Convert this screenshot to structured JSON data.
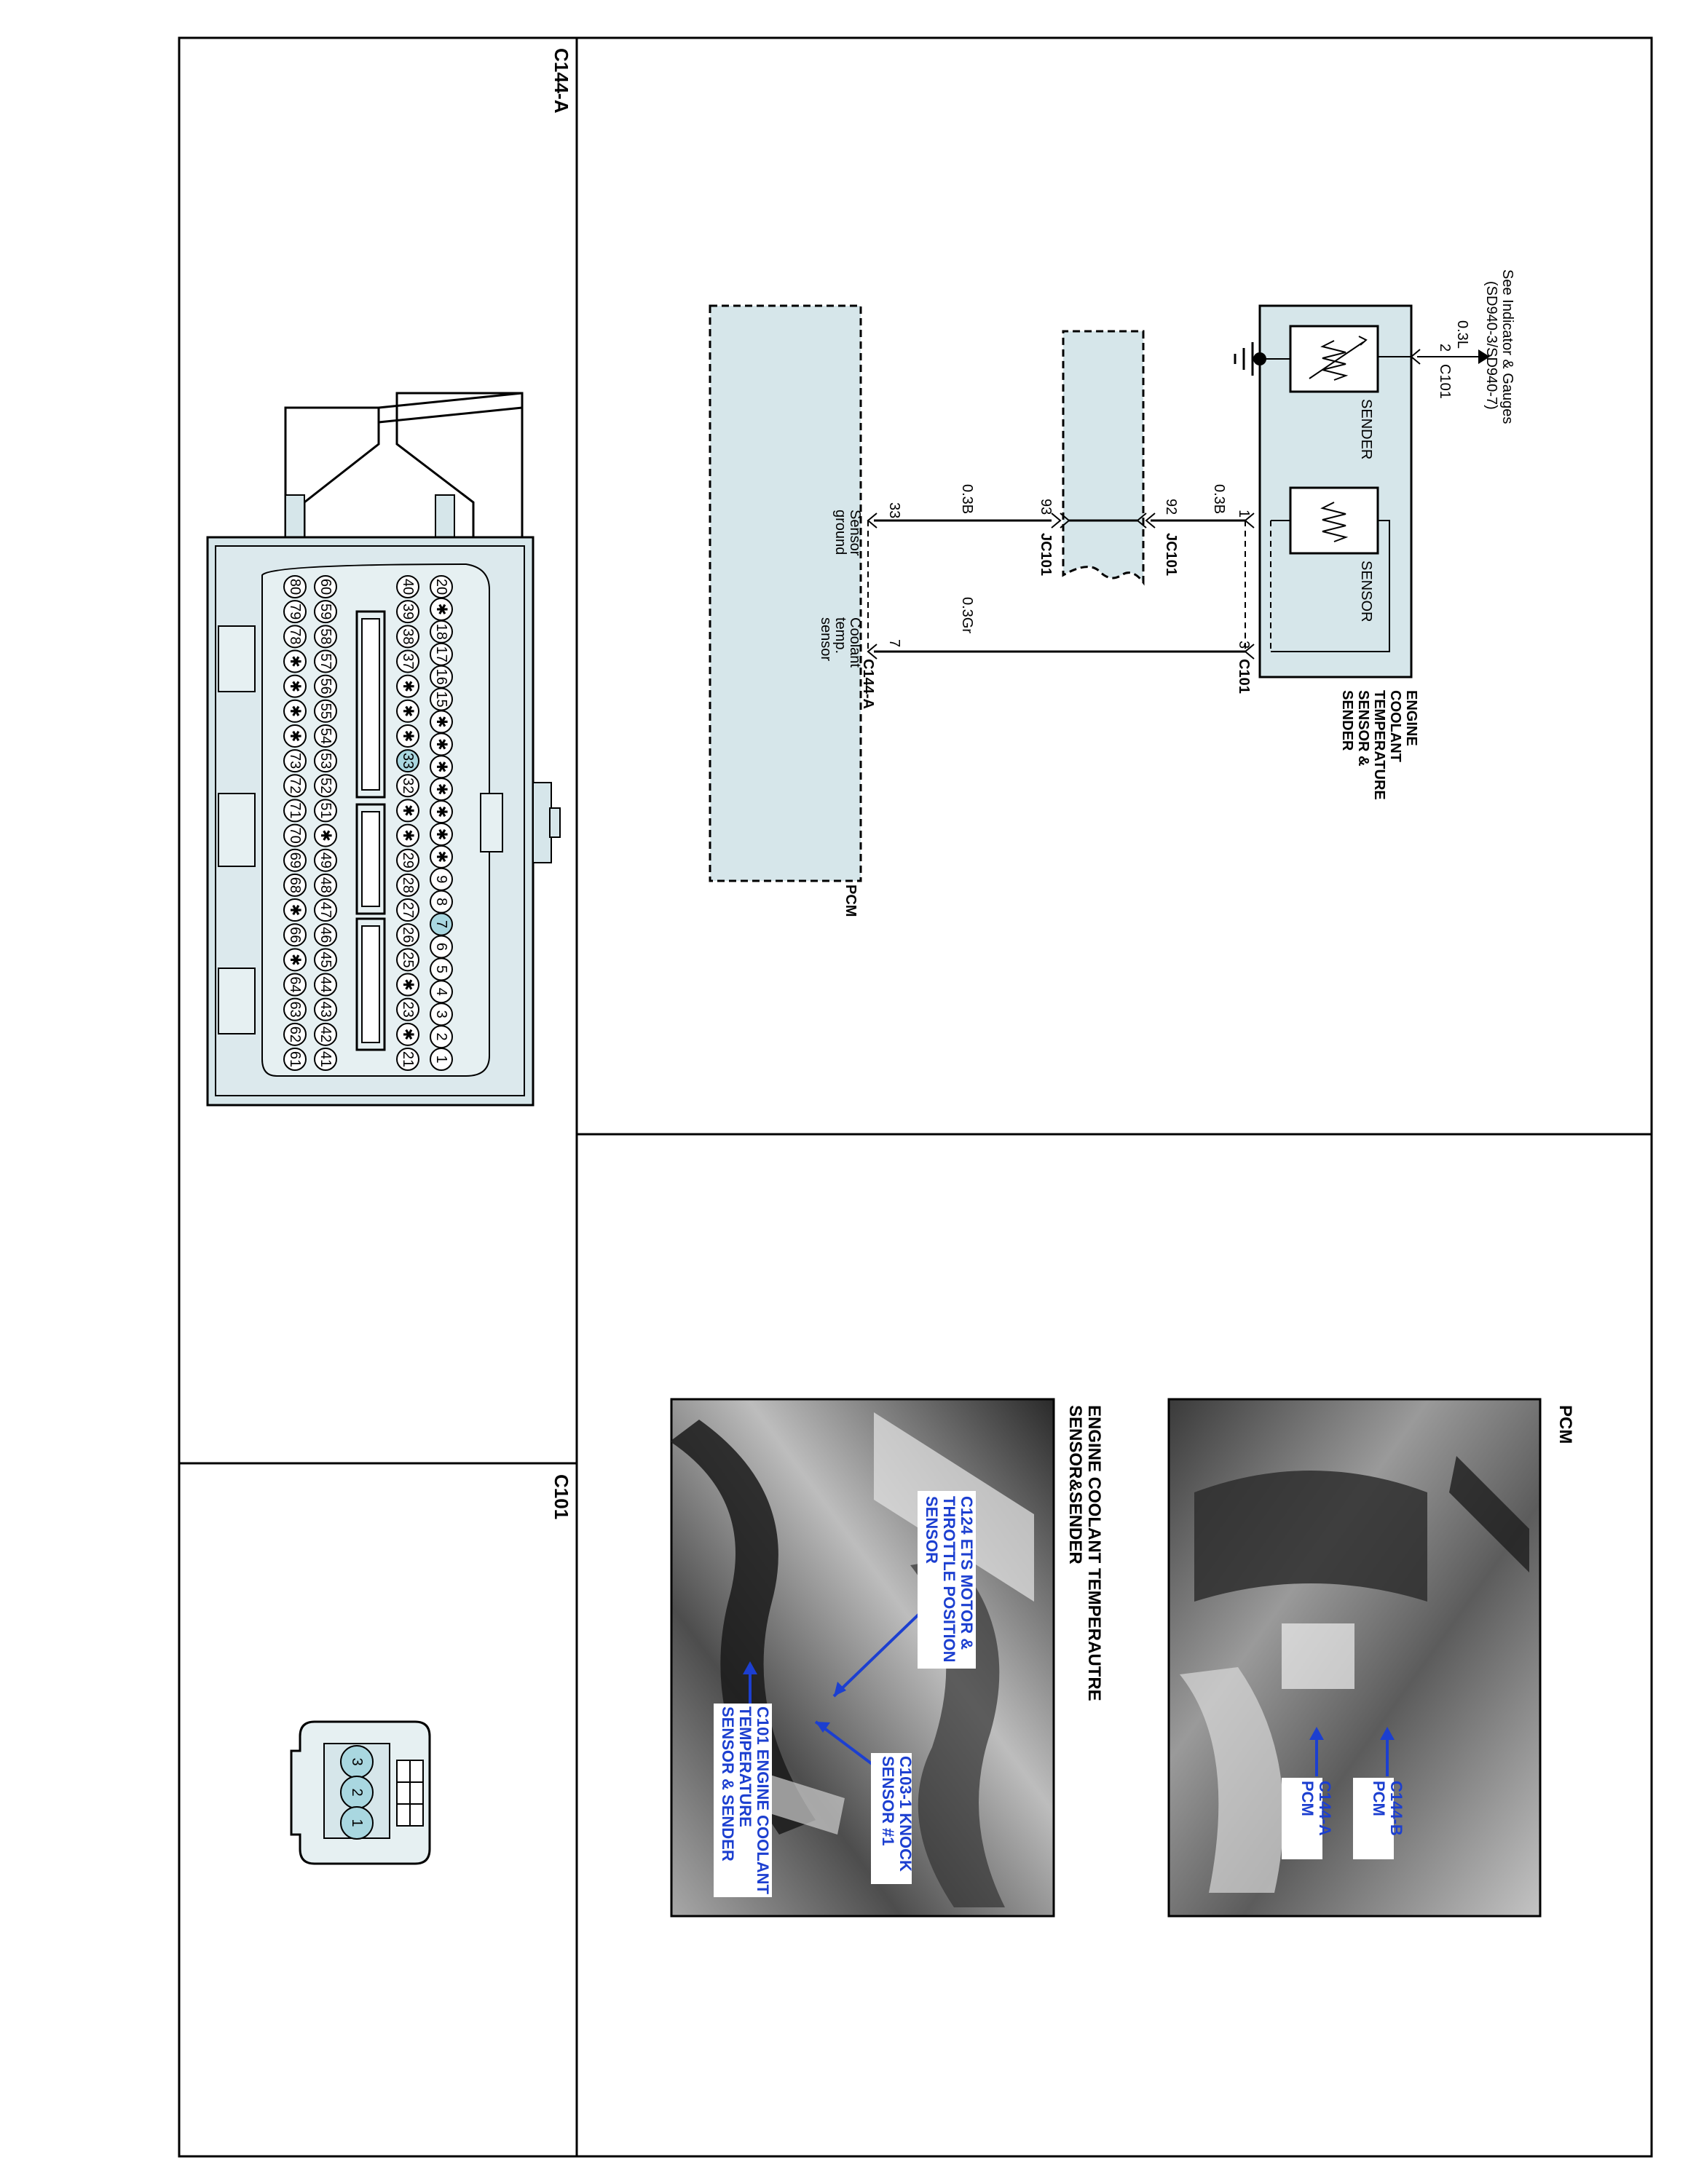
{
  "c144a": {
    "title": "C144-A",
    "row1": [
      "20",
      "✱",
      "18",
      "17",
      "16",
      "15",
      "✱",
      "✱",
      "✱",
      "✱",
      "✱",
      "✱",
      "✱",
      "9",
      "8",
      "7",
      "6",
      "5",
      "4",
      "3",
      "2",
      "1"
    ],
    "row2": [
      "40",
      "39",
      "38",
      "37",
      "✱",
      "✱",
      "✱",
      "33",
      "32",
      "✱",
      "✱",
      "29",
      "28",
      "27",
      "26",
      "25",
      "✱",
      "23",
      "✱",
      "21"
    ],
    "row3": [
      "60",
      "59",
      "58",
      "57",
      "56",
      "55",
      "54",
      "53",
      "52",
      "51",
      "✱",
      "49",
      "48",
      "47",
      "46",
      "45",
      "44",
      "43",
      "42",
      "41"
    ],
    "row4": [
      "80",
      "79",
      "78",
      "✱",
      "✱",
      "✱",
      "✱",
      "73",
      "72",
      "71",
      "70",
      "69",
      "68",
      "✱",
      "66",
      "✱",
      "64",
      "63",
      "62",
      "61"
    ]
  },
  "c101": {
    "title": "C101",
    "pins": [
      "3",
      "2",
      "1"
    ]
  },
  "schematic": {
    "see_ref_1": "See Indicator & Gauges",
    "see_ref_2": "(SD940-3/SD940-7)",
    "wire_top": "0.3L",
    "pin_top": "2",
    "conn_top": "C101",
    "sender_label": "SENDER",
    "sensor_label": "SENSOR",
    "ect_title": [
      "ENGINE",
      "COOLANT",
      "TEMPERATURE",
      "SENSOR &",
      "SENDER"
    ],
    "pin_1": "1",
    "pin_3": "3",
    "conn_c101": "C101",
    "wire_a": "0.3B",
    "pin_92": "92",
    "jc101_a": "JC101",
    "pin_93": "93",
    "jc101_b": "JC101",
    "wire_b": "0.3B",
    "wire_c": "0.3Gr",
    "pin_33": "33",
    "pin_7": "7",
    "conn_c144a": "C144-A",
    "sensor_ground": [
      "Sensor",
      "ground"
    ],
    "coolant_temp": [
      "Coolant",
      "temp.",
      "sensor"
    ],
    "pcm_label": "PCM"
  },
  "photos": {
    "pcm_title": "PCM",
    "pcm_label_b": [
      "C144-B",
      "PCM"
    ],
    "pcm_label_a": [
      "C144-A",
      "PCM"
    ],
    "ect_title": [
      "ENGINE COOLANT TEMPERAUTRE",
      "SENSOR&SENDER"
    ],
    "c124": [
      "C124 ETS MOTOR &",
      "THROTTLE POSITION",
      "SENSOR"
    ],
    "c103": [
      "C103-1 KNOCK",
      "SENSOR #1"
    ],
    "c101": [
      "C101 ENGINE COOLANT",
      "TEMPERATURE",
      "SENSOR & SENDER"
    ]
  }
}
